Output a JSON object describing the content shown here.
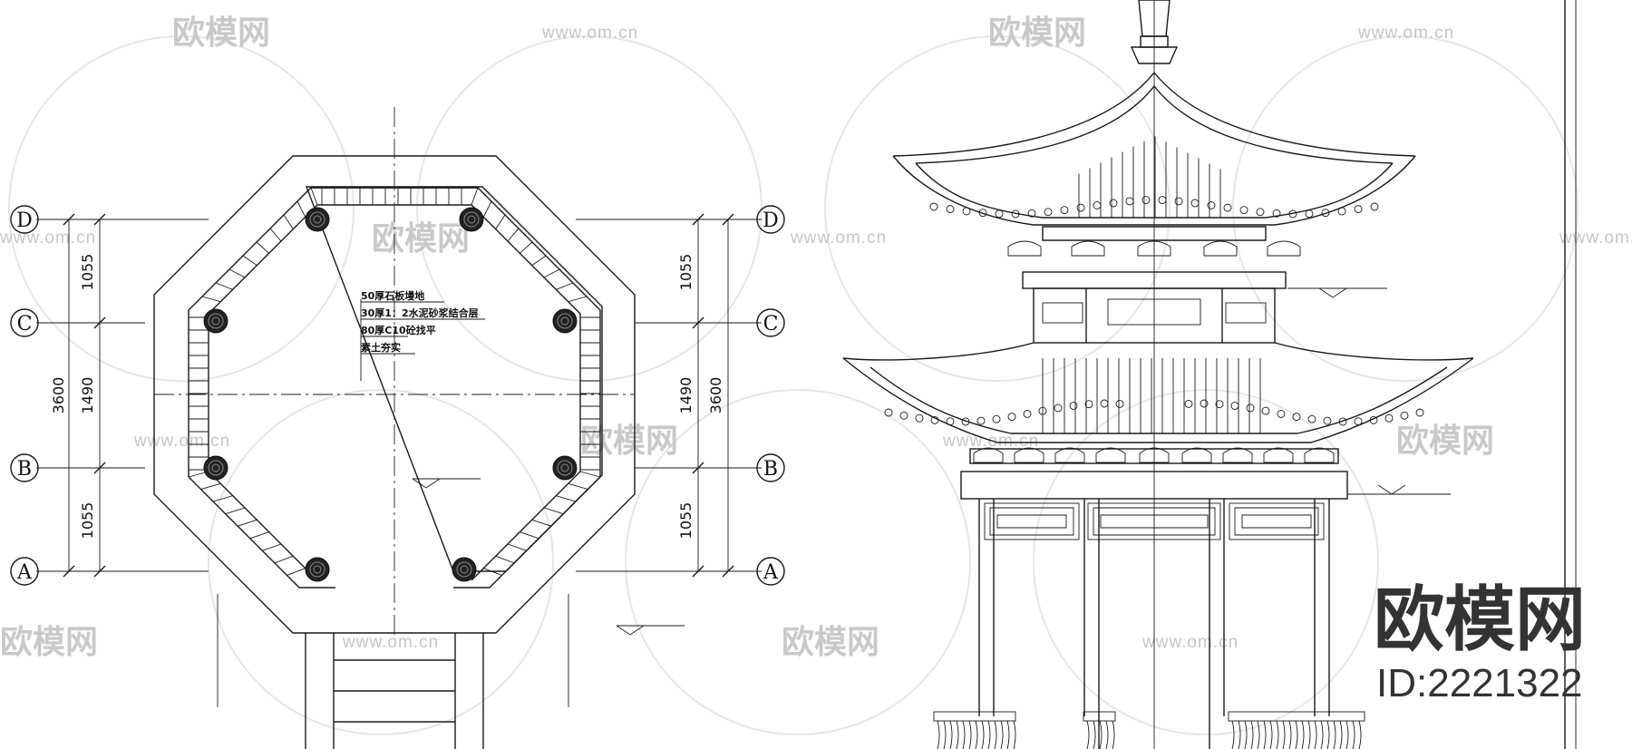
{
  "plan": {
    "grid_labels": [
      "D",
      "C",
      "B",
      "A"
    ],
    "dims_left": [
      "1055",
      "1490",
      "1055"
    ],
    "dims_right": [
      "1055",
      "1490",
      "1055"
    ],
    "dim_total_left": "3600",
    "dim_total_right": "3600",
    "notes": [
      "50厚石板墁地",
      "30厚1：2水泥砂浆结合层",
      "80厚C10砼找平",
      "素土夯实"
    ]
  },
  "watermark": {
    "cn": "欧模网",
    "url": "www.om.cn"
  },
  "brand": {
    "name": "欧模网",
    "id": "ID:2221322"
  }
}
